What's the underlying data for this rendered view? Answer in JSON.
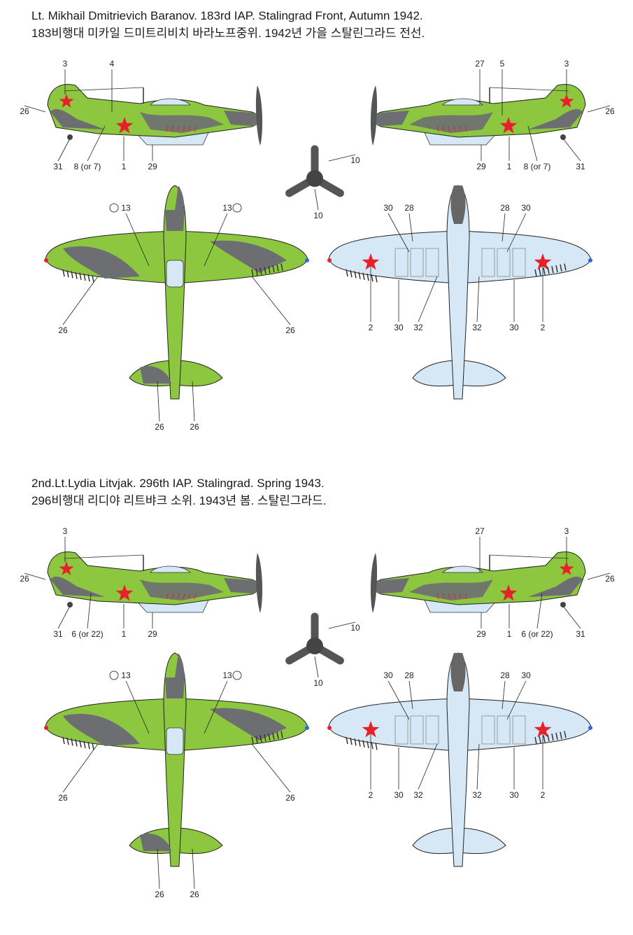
{
  "colors": {
    "green": "#8dc63f",
    "grey": "#6d6e71",
    "underside": "#d6e8f5",
    "star": "#e8202a"
  },
  "sections": [
    {
      "title_en": "Lt. Mikhail Dmitrievich Baranov. 183rd IAP. Stalingrad Front, Autumn 1942.",
      "title_ko": "183비행대 미카일 드미트리비치 바라노프중위. 1942년 가을 스탈린그라드 전선.",
      "side_left": [
        "3",
        "4",
        "26",
        "31",
        "8 (or 7)",
        "1",
        "29"
      ],
      "side_right": [
        "27",
        "5",
        "3",
        "26",
        "29",
        "1",
        "8 (or 7)",
        "31"
      ],
      "prop": [
        "10",
        "10"
      ],
      "top": [
        "13",
        "13",
        "26",
        "26",
        "26",
        "26"
      ],
      "bottom": [
        "30",
        "28",
        "28",
        "30",
        "2",
        "30",
        "32",
        "32",
        "30",
        "2"
      ]
    },
    {
      "title_en": "2nd.Lt.Lydia Litvjak. 296th IAP. Stalingrad. Spring 1943.",
      "title_ko": "296비행대 리디야 리트뱌크 소위. 1943년 봄. 스탈린그라드.",
      "side_left": [
        "3",
        "26",
        "31",
        "6 (or 22)",
        "1",
        "29"
      ],
      "side_right": [
        "27",
        "3",
        "26",
        "29",
        "1",
        "6 (or 22)",
        "31"
      ],
      "prop": [
        "10",
        "10"
      ],
      "top": [
        "13",
        "13",
        "26",
        "26",
        "26",
        "26"
      ],
      "bottom": [
        "30",
        "28",
        "28",
        "30",
        "2",
        "30",
        "32",
        "32",
        "30",
        "2"
      ]
    }
  ]
}
